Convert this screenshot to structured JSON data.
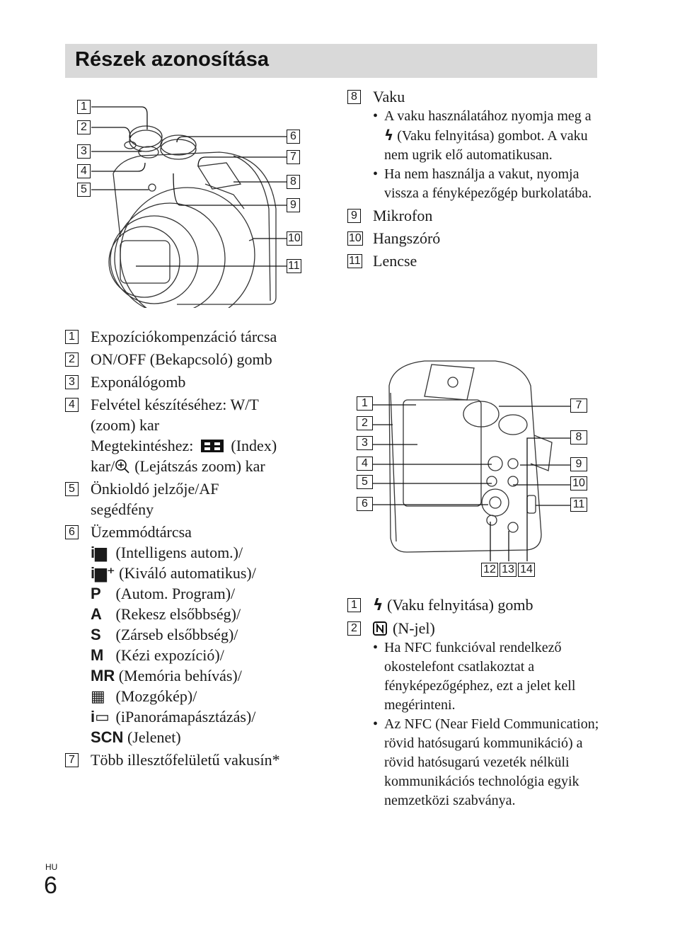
{
  "title": "Részek azonosítása",
  "fig_top": {
    "callouts": [
      "1",
      "2",
      "3",
      "4",
      "5",
      "6",
      "7",
      "8",
      "9",
      "10",
      "11"
    ]
  },
  "fig_back": {
    "callouts": [
      "1",
      "2",
      "3",
      "4",
      "5",
      "6",
      "7",
      "8",
      "9",
      "10",
      "11",
      "12",
      "13",
      "14"
    ]
  },
  "left_list": {
    "items": [
      {
        "num": "1",
        "text": "Expozíciókompenzáció tárcsa"
      },
      {
        "num": "2",
        "text": "ON/OFF (Bekapcsoló) gomb"
      },
      {
        "num": "3",
        "text": "Exponálógomb"
      },
      {
        "num": "4",
        "line1": "Felvétel készítéséhez: W/T",
        "line2": "(zoom) kar",
        "line3_a": "Megtekintéshez:",
        "line3_b": "(Index)",
        "line4_a": "kar/",
        "line4_b": "(Lejátszás zoom) kar",
        "icon_index": "index-icon",
        "icon_zoom": "playback-zoom-icon"
      },
      {
        "num": "5",
        "line1": "Önkioldó jelzője/AF",
        "line2": "segédfény"
      },
      {
        "num": "6",
        "text": "Üzemmódtárcsa"
      },
      {
        "num": "7",
        "text": "Több illesztőfelületű vakusín*"
      }
    ],
    "modes": [
      {
        "glyph": "i📷",
        "icon": "intelligent-auto-icon",
        "text": "(Intelligens autom.)/"
      },
      {
        "glyph": "i📷⁺",
        "icon": "superior-auto-icon",
        "text": "(Kiváló automatikus)/"
      },
      {
        "glyph": "P",
        "icon": "program-icon",
        "text": "(Autom. Program)/"
      },
      {
        "glyph": "A",
        "icon": "aperture-priority-icon",
        "text": "(Rekesz elsőbbség)/"
      },
      {
        "glyph": "S",
        "icon": "shutter-priority-icon",
        "text": "(Zárseb elsőbbség)/"
      },
      {
        "glyph": "M",
        "icon": "manual-icon",
        "text": "(Kézi expozíció)/"
      },
      {
        "glyph": "MR",
        "icon": "memory-recall-icon",
        "text": "(Memória behívás)/"
      },
      {
        "glyph": "🎞",
        "icon": "movie-icon",
        "text": "(Mozgókép)/"
      },
      {
        "glyph": "i▭",
        "icon": "panorama-icon",
        "text": "(iPanorámapásztázás)/"
      },
      {
        "glyph": "SCN",
        "icon": "scene-icon",
        "text": "(Jelenet)"
      }
    ]
  },
  "right_top_list": {
    "items": [
      {
        "num": "8",
        "text": "Vaku"
      },
      {
        "num": "9",
        "text": "Mikrofon"
      },
      {
        "num": "10",
        "text": "Hangszóró"
      },
      {
        "num": "11",
        "text": "Lencse"
      }
    ],
    "vaku_bullets": [
      {
        "before_icon": "A vaku használatához nyomja meg a",
        "icon": "flash-icon",
        "after_icon": "(Vaku felnyitása) gombot. A vaku nem ugrik elő automatikusan."
      },
      {
        "text": "Ha nem használja a vakut, nyomja vissza a fényképezőgép burkolatába."
      }
    ]
  },
  "right_bottom_list": {
    "items": [
      {
        "num": "1",
        "icon": "flash-icon",
        "text": "(Vaku felnyitása) gomb"
      },
      {
        "num": "2",
        "icon": "n-mark-icon",
        "text": "(N-jel)"
      }
    ],
    "nfc_bullets": [
      "Ha NFC funkcióval rendelkező okostelefont csatlakoztat a fényképezőgéphez, ezt a jelet kell megérinteni.",
      "Az NFC (Near Field Communication; rövid hatósugarú kommunikáció) a rövid hatósugarú vezeték nélküli kommunikációs technológia egyik nemzetközi szabványa."
    ]
  },
  "footer": {
    "lang": "HU",
    "page": "6"
  }
}
